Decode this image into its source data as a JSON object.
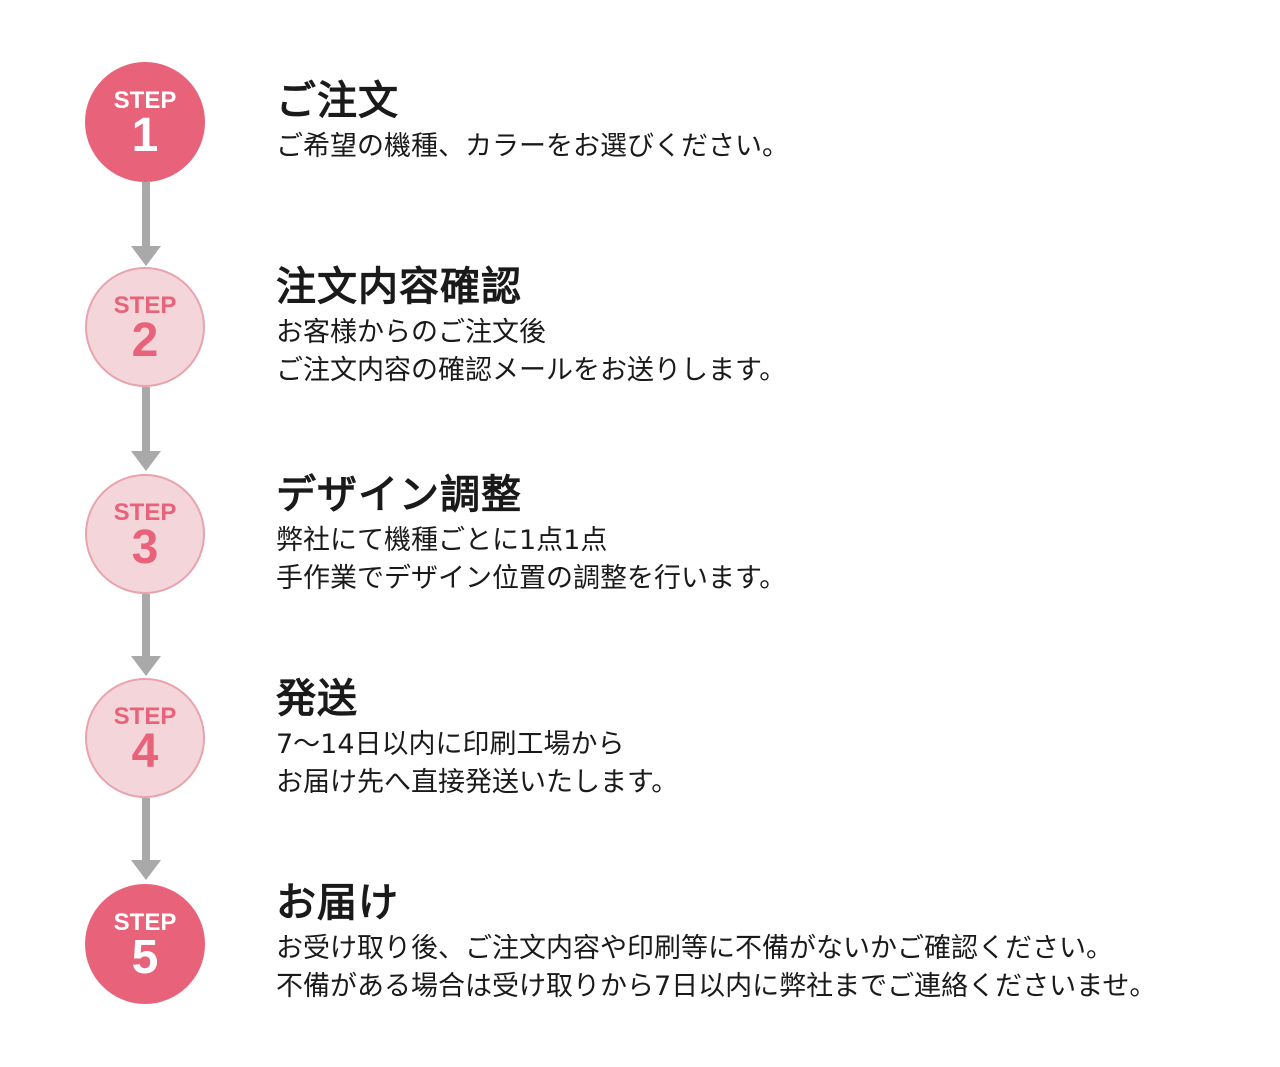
{
  "steps": [
    {
      "badge_label": "STEP",
      "number": "1",
      "state": "active",
      "title": "ご注文",
      "lines": [
        "ご希望の機種、カラーをお選びください。"
      ]
    },
    {
      "badge_label": "STEP",
      "number": "2",
      "state": "inactive",
      "title": "注文内容確認",
      "lines": [
        "お客様からのご注文後",
        "ご注文内容の確認メールをお送りします。"
      ]
    },
    {
      "badge_label": "STEP",
      "number": "3",
      "state": "inactive",
      "title": "デザイン調整",
      "lines": [
        "弊社にて機種ごとに1点1点",
        "手作業でデザイン位置の調整を行います。"
      ]
    },
    {
      "badge_label": "STEP",
      "number": "4",
      "state": "inactive",
      "title": "発送",
      "lines": [
        "7〜14日以内に印刷工場から",
        "お届け先へ直接発送いたします。"
      ]
    },
    {
      "badge_label": "STEP",
      "number": "5",
      "state": "active",
      "title": "お届け",
      "lines": [
        "お受け取り後、ご注文内容や印刷等に不備がないかご確認ください。",
        "不備がある場合は受け取りから7日以内に弊社までご連絡くださいませ。"
      ]
    }
  ],
  "colors": {
    "accent": "#e8637a",
    "inactive_fill": "#f4d6da",
    "inactive_border": "#e8a3ad",
    "connector": "#a9a9a9",
    "text": "#1a1a1a"
  }
}
